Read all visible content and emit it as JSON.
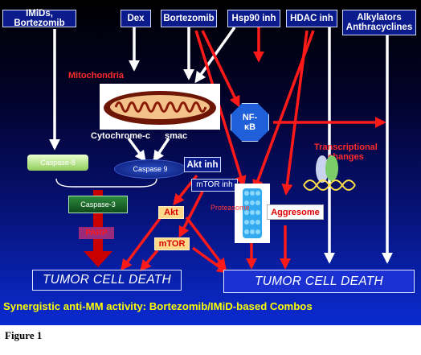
{
  "drugs": {
    "imids": "IMiDs, Bortezomib",
    "dex": "Dex",
    "bortezomib": "Bortezomib",
    "hsp90": "Hsp90 inh",
    "hdac": "HDAC inh",
    "alkylators_line1": "Alkylators",
    "alkylators_line2": "Anthracyclines"
  },
  "labels": {
    "mitochondria": "Mitochondria",
    "cytochrome": "Cytochrome-c",
    "smac": "smac",
    "nfkb_line1": "NF-",
    "nfkb_line2": "κB",
    "transcriptional_line1": "Transcriptional",
    "transcriptional_line2": "changes",
    "caspase8": "Caspase-8",
    "caspase9": "Caspase 9",
    "caspase3": "Caspase-3",
    "parp": "PARP",
    "akt_inh": "Akt inh",
    "mtor_inh": "mTOR inh",
    "akt": "Akt",
    "mtor": "mTOR",
    "proteasome": "Proteasome",
    "aggresome": "Aggresome"
  },
  "outcomes": {
    "left": "TUMOR CELL DEATH",
    "right": "TUMOR CELL DEATH"
  },
  "banner": "Synergistic anti-MM activity: Bortezomib/IMiD-based Combos",
  "caption": "Figure 1",
  "colors": {
    "arrow_white": "#ffffff",
    "arrow_red": "#ff1a1a",
    "banner_text": "#ffff00",
    "box_fill": "#0b1b8c"
  }
}
